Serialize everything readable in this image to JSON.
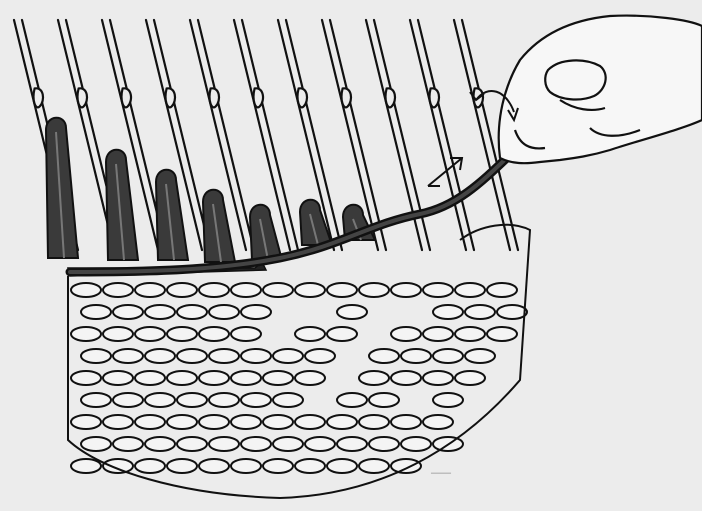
{
  "illustration": {
    "subject": "hand-knitting-machine-needles-with-yarn",
    "needle_count": 11,
    "hook_count": 7,
    "knit_rows": 9
  },
  "colors": {
    "background": "#ececec",
    "ink": "#111111",
    "yarn": "#2a2a2a",
    "hook_fill": "#3a3a3a"
  },
  "icons": [
    "hand-icon",
    "rotate-arrow-icon",
    "direction-arrow-icon"
  ]
}
